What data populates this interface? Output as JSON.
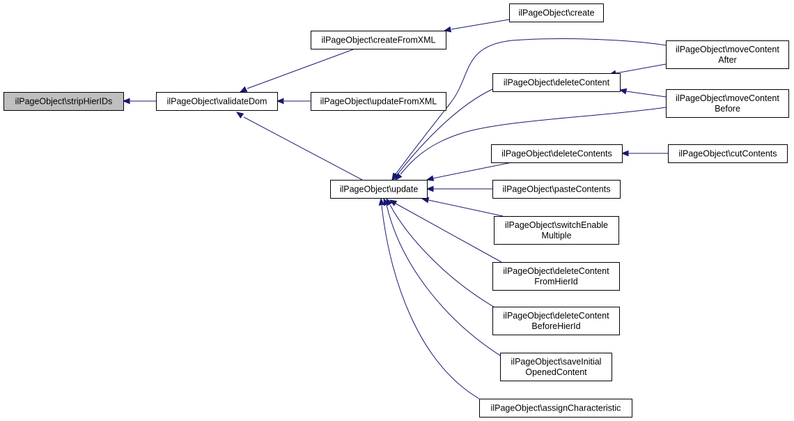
{
  "diagram": {
    "nodes": {
      "stripHierIDs": {
        "lines": [
          "ilPageObject\\stripHierIDs"
        ],
        "root": true
      },
      "validateDom": {
        "lines": [
          "ilPageObject\\validateDom"
        ]
      },
      "createFromXML": {
        "lines": [
          "ilPageObject\\createFromXML"
        ]
      },
      "create": {
        "lines": [
          "ilPageObject\\create"
        ]
      },
      "updateFromXML": {
        "lines": [
          "ilPageObject\\updateFromXML"
        ]
      },
      "update": {
        "lines": [
          "ilPageObject\\update"
        ]
      },
      "deleteContent": {
        "lines": [
          "ilPageObject\\deleteContent"
        ]
      },
      "moveContentAfter": {
        "lines": [
          "ilPageObject\\moveContent",
          "After"
        ]
      },
      "moveContentBefore": {
        "lines": [
          "ilPageObject\\moveContent",
          "Before"
        ]
      },
      "deleteContents": {
        "lines": [
          "ilPageObject\\deleteContents"
        ]
      },
      "cutContents": {
        "lines": [
          "ilPageObject\\cutContents"
        ]
      },
      "pasteContents": {
        "lines": [
          "ilPageObject\\pasteContents"
        ]
      },
      "switchEnableMultiple": {
        "lines": [
          "ilPageObject\\switchEnable",
          "Multiple"
        ]
      },
      "deleteContentFromHierId": {
        "lines": [
          "ilPageObject\\deleteContent",
          "FromHierId"
        ]
      },
      "deleteContentBeforeHierId": {
        "lines": [
          "ilPageObject\\deleteContent",
          "BeforeHierId"
        ]
      },
      "saveInitialOpenedContent": {
        "lines": [
          "ilPageObject\\saveInitial",
          "OpenedContent"
        ]
      },
      "assignCharacteristic": {
        "lines": [
          "ilPageObject\\assignCharacteristic"
        ]
      }
    },
    "edges": [
      {
        "from": "validateDom",
        "to": "stripHierIDs"
      },
      {
        "from": "createFromXML",
        "to": "validateDom"
      },
      {
        "from": "updateFromXML",
        "to": "validateDom"
      },
      {
        "from": "update",
        "to": "validateDom"
      },
      {
        "from": "create",
        "to": "createFromXML"
      },
      {
        "from": "moveContentAfter",
        "to": "deleteContent"
      },
      {
        "from": "moveContentBefore",
        "to": "deleteContent"
      },
      {
        "from": "deleteContent",
        "to": "update"
      },
      {
        "from": "moveContentAfter",
        "to": "update"
      },
      {
        "from": "moveContentBefore",
        "to": "update"
      },
      {
        "from": "deleteContents",
        "to": "update"
      },
      {
        "from": "cutContents",
        "to": "deleteContents"
      },
      {
        "from": "pasteContents",
        "to": "update"
      },
      {
        "from": "switchEnableMultiple",
        "to": "update"
      },
      {
        "from": "deleteContentFromHierId",
        "to": "update"
      },
      {
        "from": "deleteContentBeforeHierId",
        "to": "update"
      },
      {
        "from": "saveInitialOpenedContent",
        "to": "update"
      },
      {
        "from": "assignCharacteristic",
        "to": "update"
      }
    ],
    "colors": {
      "edge": "#191970",
      "node_border": "#000000",
      "node_fill": "#ffffff",
      "root_fill": "#bfbfbf"
    }
  }
}
